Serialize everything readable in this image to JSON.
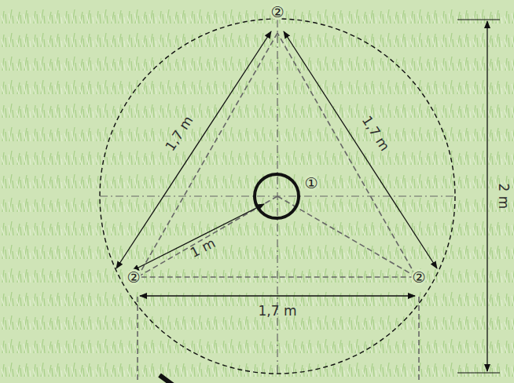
{
  "diagram": {
    "labels": [
      "②",
      "1,7 m",
      "1,7 m",
      "①",
      "1 m",
      "②",
      "②",
      "1,7 m",
      "2 m"
    ]
  }
}
